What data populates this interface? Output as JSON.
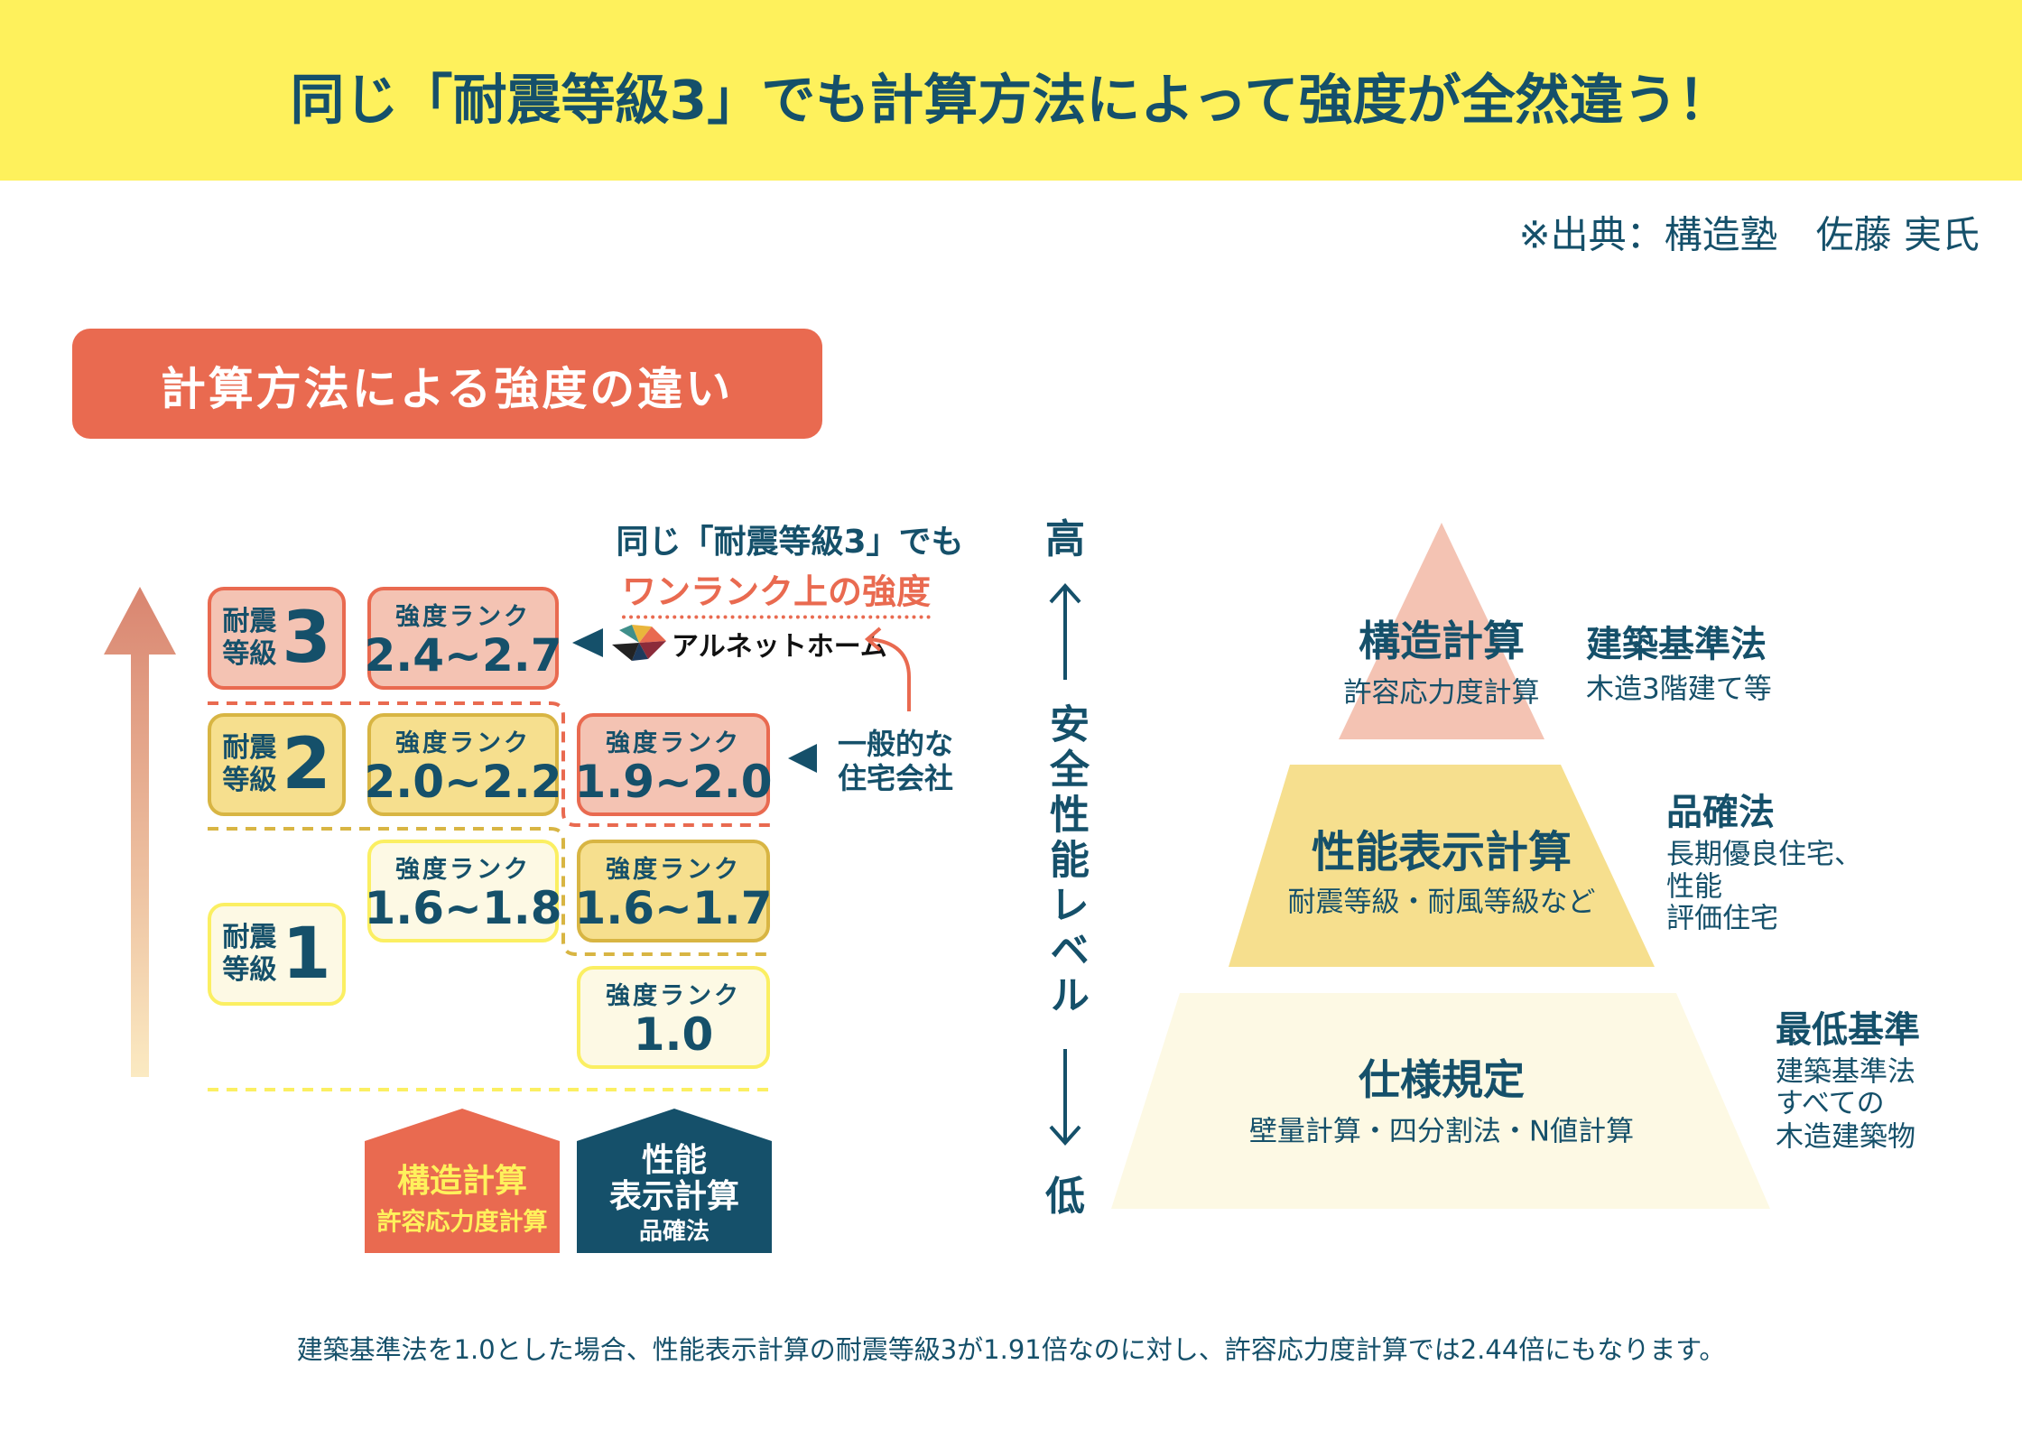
{
  "header": {
    "title": "同じ「耐震等級3」でも計算方法によって強度が全然違う！",
    "source": "※出典：構造塾　佐藤 実氏"
  },
  "section_label": "計算方法による強度の違い",
  "grades": [
    {
      "label": "耐震\n等級",
      "num": "3"
    },
    {
      "label": "耐震\n等級",
      "num": "2"
    },
    {
      "label": "耐震\n等級",
      "num": "1"
    }
  ],
  "rank_label": "強度ランク",
  "ranks": {
    "kozo_g3": "2.4~2.7",
    "kozo_g2": "2.0~2.2",
    "kozo_g1": "1.6~1.8",
    "seino_g3": "1.9~2.0",
    "seino_g2": "1.6~1.7",
    "seino_g1": "1.0"
  },
  "houses": {
    "kozo": {
      "title": "構造計算",
      "sub": "許容応力度計算"
    },
    "seino": {
      "title1": "性能",
      "title2": "表示計算",
      "sub": "品確法"
    }
  },
  "annotations": {
    "same_grade": "同じ「耐震等級3」でも",
    "one_rank_up": "ワンランク上の強度",
    "logo_text": "アルネットホーム",
    "general1": "一般的な",
    "general2": "住宅会社"
  },
  "axis": {
    "high": "高",
    "label": "安全性能レベル",
    "low": "低"
  },
  "pyramid": [
    {
      "title": "構造計算",
      "sub": "許容応力度計算",
      "side_title": "建築基準法",
      "side_lines": [
        "木造3階建て等"
      ]
    },
    {
      "title": "性能表示計算",
      "sub": "耐震等級・耐風等級など",
      "side_title": "品確法",
      "side_lines": [
        "長期優良住宅、",
        "性能",
        "評価住宅"
      ]
    },
    {
      "title": "仕様規定",
      "sub": "壁量計算・四分割法・N値計算",
      "side_title": "最低基準",
      "side_lines": [
        "建築基準法",
        "すべての",
        "木造建築物"
      ]
    }
  ],
  "footer": "建築基準法を1.0とした場合、性能表示計算の耐震等級3が1.91倍なのに対し、許容応力度計算では2.44倍にもなります。",
  "colors": {
    "navy": "#15506a",
    "red": "#e96a50",
    "yellow": "#fef15c"
  }
}
